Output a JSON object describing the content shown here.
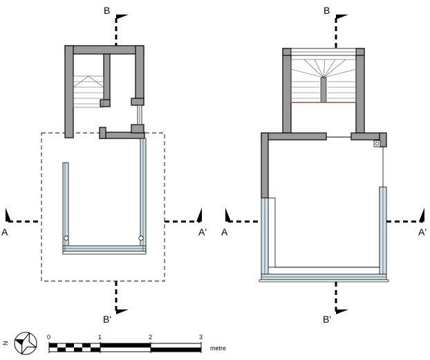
{
  "left_plan": {
    "section_b_top": "B",
    "section_b_bottom": "B'",
    "section_a_left": "A",
    "section_a_right": "A'"
  },
  "right_plan": {
    "section_b_top": "B",
    "section_b_bottom": "B'",
    "section_a_left": "A",
    "section_a_right": "A'"
  },
  "north_arrow": {
    "label": "N"
  },
  "scale_bar": {
    "ticks": [
      "0",
      "1",
      "2",
      "3"
    ],
    "unit": "metre"
  }
}
